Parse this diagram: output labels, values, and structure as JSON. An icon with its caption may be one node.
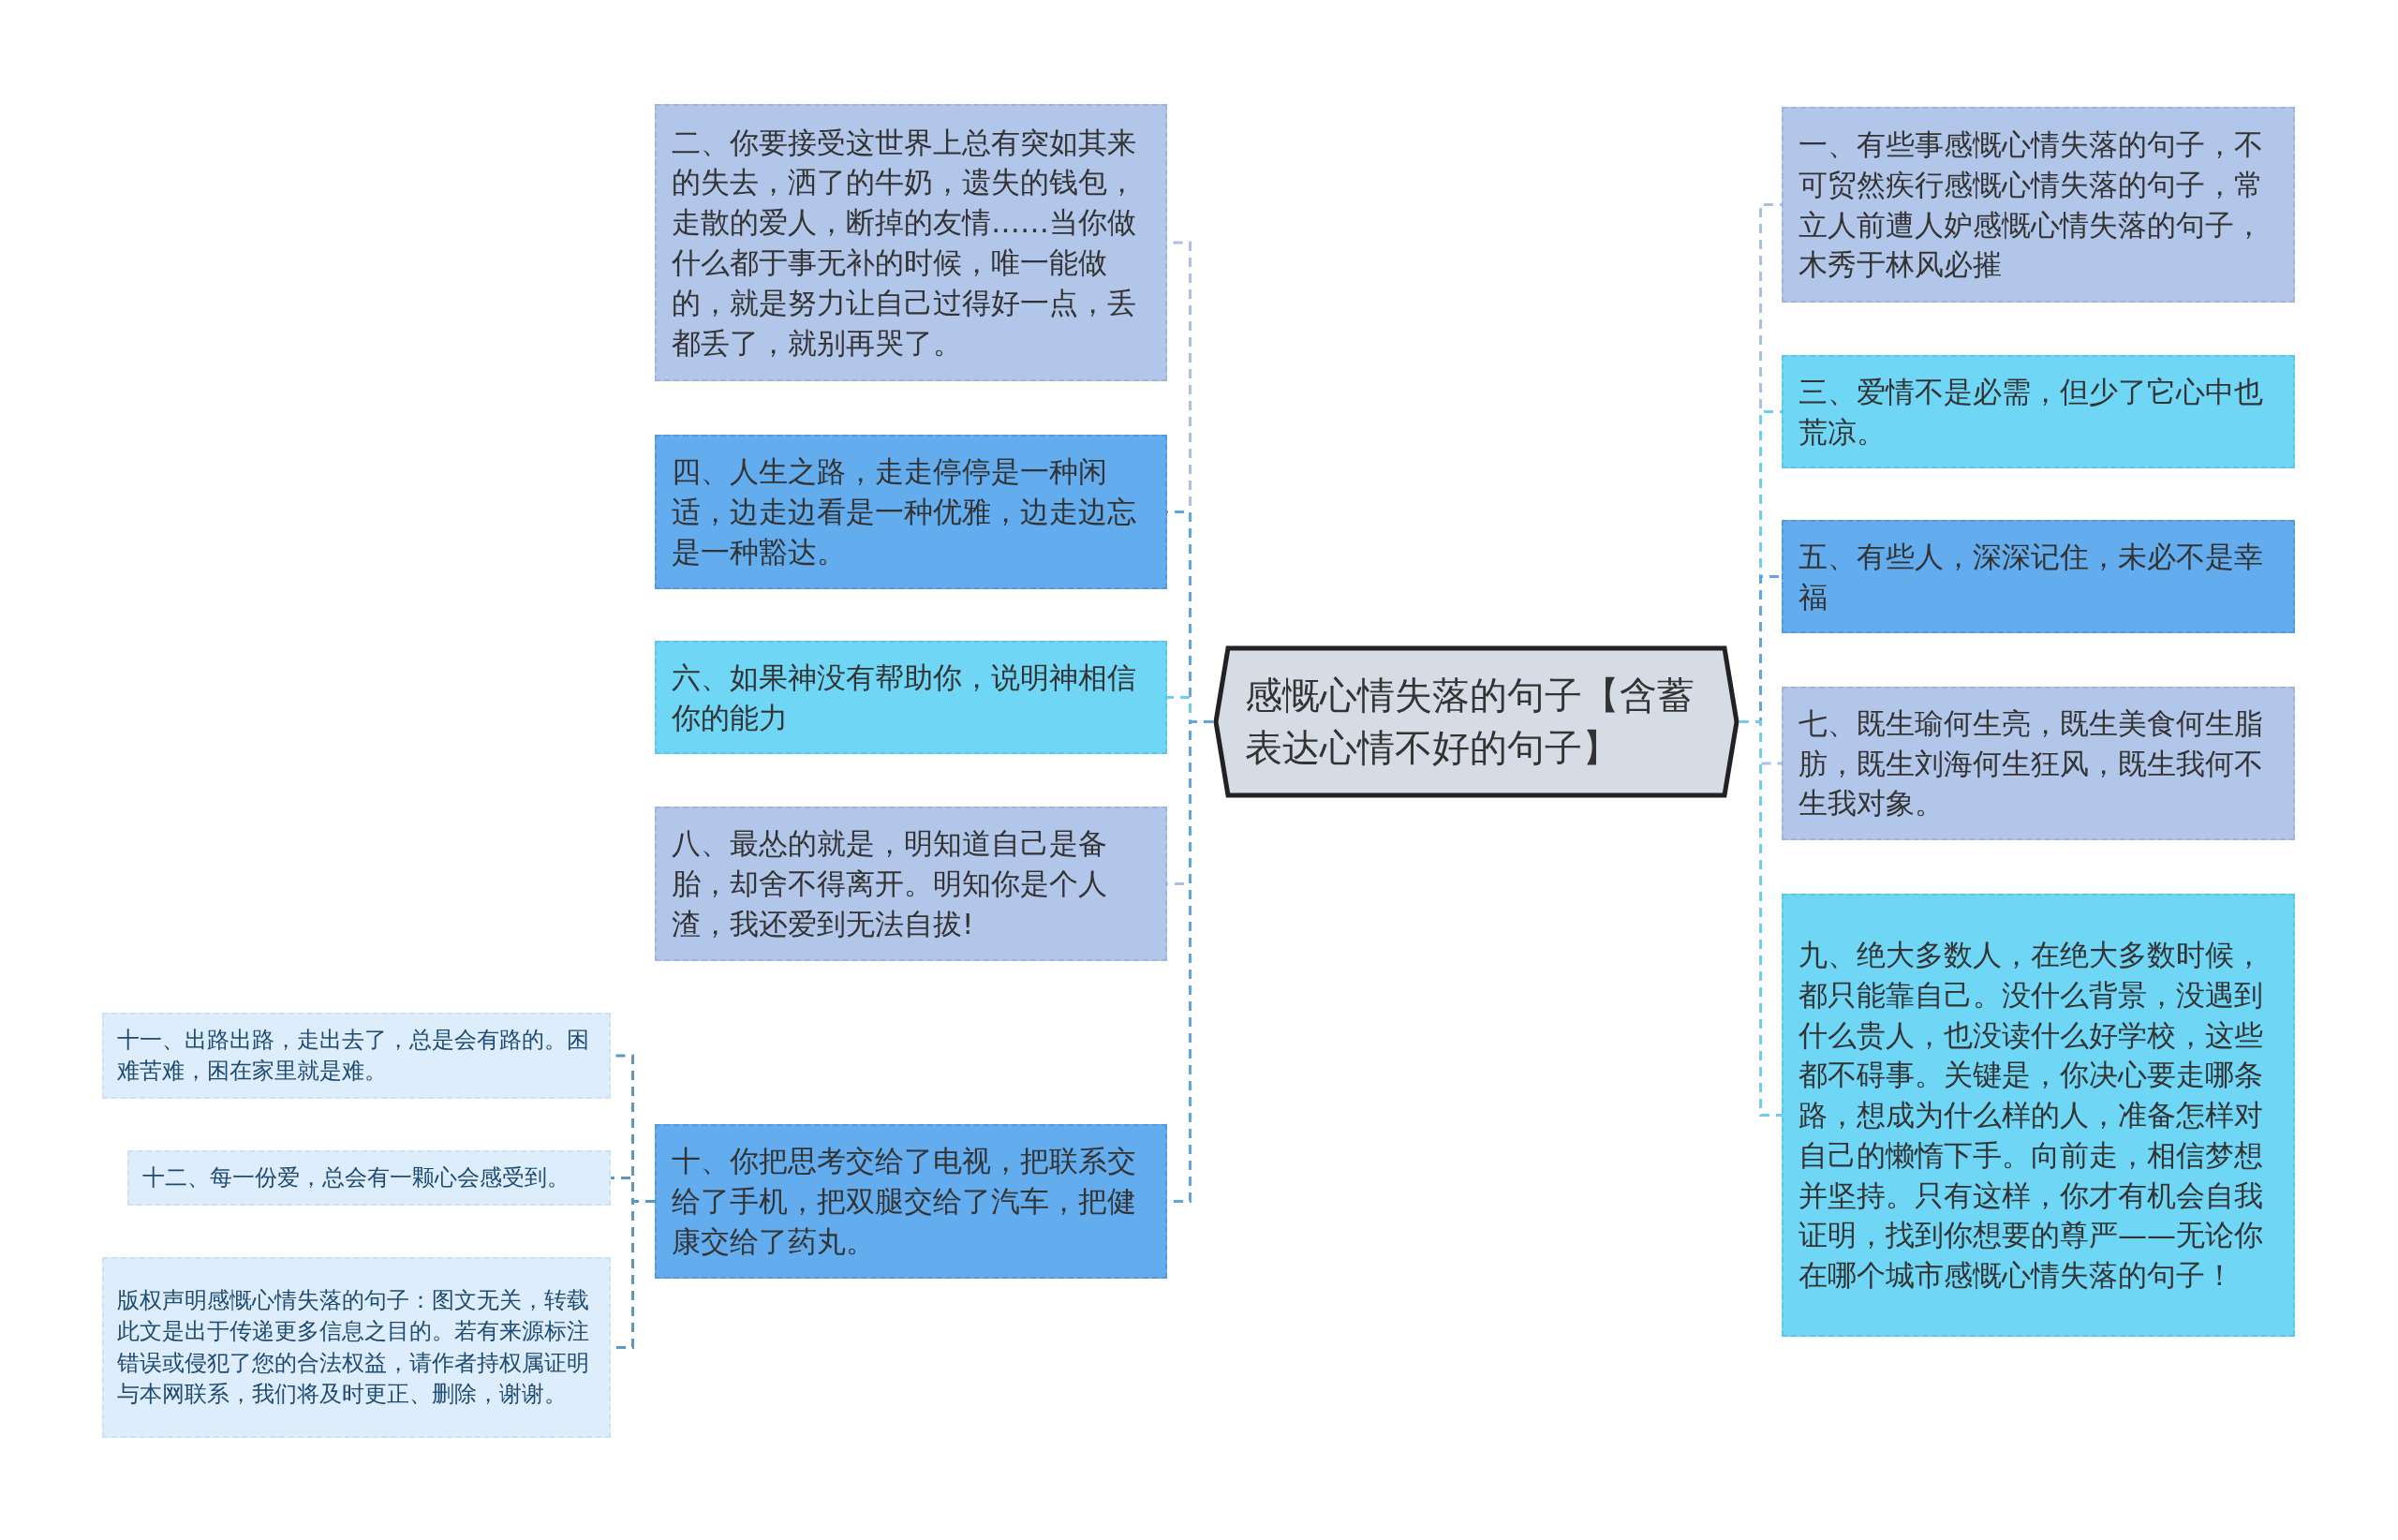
{
  "diagram": {
    "nodes": [
      {
        "text": [
          "感慨心情失落的句子【含蓄表达心情不好的句子】"
        ]
      },
      {
        "text": [
          "一、有些事感慨心情失落的句子，不可贸然疾行感慨心情失落的句子，常立人前遭人妒感慨心情失落的句子，木秀于林风必摧"
        ]
      },
      {
        "text": [
          "二、你要接受这世界上总有突如其来的失去，洒了的牛奶，遗失的钱包，走散的爱人，断掉的友情……当你做什么都于事无补的时候，唯一能做的，就是努力让自己过得好一点，丢都丢了，就别再哭了。"
        ]
      },
      {
        "text": [
          "三、爱情不是必需，但少了它心中也荒凉。"
        ]
      },
      {
        "text": [
          "四、人生之路，走走停停是一种闲适，边走边看是一种优雅，边走边忘是一种豁达。"
        ]
      },
      {
        "text": [
          "五、有些人，深深记住，未必不是幸福"
        ]
      },
      {
        "text": [
          "六、如果神没有帮助你，说明神相信你的能力"
        ]
      },
      {
        "text": [
          "七、既生瑜何生亮，既生美食何生脂肪，既生刘海何生狂风，既生我何不生我对象。"
        ]
      },
      {
        "text": [
          "八、最怂的就是，明知道自己是备胎，却舍不得离开。明知你是个人渣，我还爱到无法自拔!"
        ]
      },
      {
        "text": [
          "九、绝大多数人，在绝大多数时候，都只能靠自己。没什么背景，没遇到什么贵人，也没读什么好学校，这些都不碍事。关键是，你决心要走哪条路，想成为什么样的人，准备怎样对自己的懒惰下手。向前走，相信梦想并坚持。只有这样，你才有机会自我证明，找到你想要的尊严——无论你在哪个城市感慨心情失落的句子！"
        ]
      },
      {
        "text": [
          "十、你把思考交给了电视，把联系交给了手机，把双腿交给了汽车，把健康交给了药丸。"
        ]
      },
      {
        "text": [
          "十一、出路出路，走出去了，总是会有路的。困难苦难，困在家里就是难。"
        ]
      },
      {
        "text": [
          "十二、每一份爱，总会有一颗心会感受到。"
        ]
      },
      {
        "text": [
          "版权声明感慨心情失落的句子：图文无关，转载此文是出于传递更多信息之目的。若有来源标注错误或侵犯了您的合法权益，请作者持权属证明与本网联系，我们将及时更正、删除，谢谢。"
        ]
      }
    ],
    "edges": [
      {
        "from": 0,
        "to": 1,
        "arrow": "none"
      },
      {
        "from": 0,
        "to": 2,
        "arrow": "none"
      },
      {
        "from": 0,
        "to": 3,
        "arrow": "none"
      },
      {
        "from": 0,
        "to": 4,
        "arrow": "none"
      },
      {
        "from": 0,
        "to": 5,
        "arrow": "none"
      },
      {
        "from": 0,
        "to": 6,
        "arrow": "none"
      },
      {
        "from": 0,
        "to": 7,
        "arrow": "none"
      },
      {
        "from": 0,
        "to": 8,
        "arrow": "none"
      },
      {
        "from": 0,
        "to": 9,
        "arrow": "none"
      },
      {
        "from": 0,
        "to": 10,
        "arrow": "none"
      },
      {
        "from": 10,
        "to": 11,
        "arrow": "none"
      },
      {
        "from": 10,
        "to": 12,
        "arrow": "none"
      },
      {
        "from": 10,
        "to": 13,
        "arrow": "none"
      }
    ]
  }
}
